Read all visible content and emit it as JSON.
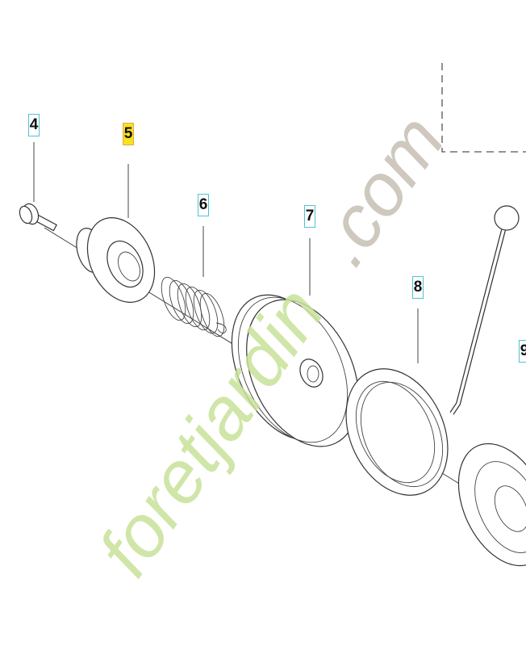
{
  "diagram": {
    "callouts": [
      {
        "number": "4",
        "highlighted": false
      },
      {
        "number": "5",
        "highlighted": true
      },
      {
        "number": "6",
        "highlighted": false
      },
      {
        "number": "7",
        "highlighted": false
      },
      {
        "number": "8",
        "highlighted": false
      },
      {
        "number": "9",
        "highlighted": false
      }
    ],
    "callout_border_color": "#4fc3cf",
    "highlight_color": "#f7e21a"
  },
  "watermark": {
    "text_green": "foretjardin",
    "text_grey": ".com",
    "green": "#c8e29a",
    "grey": "#c9c3b9"
  }
}
